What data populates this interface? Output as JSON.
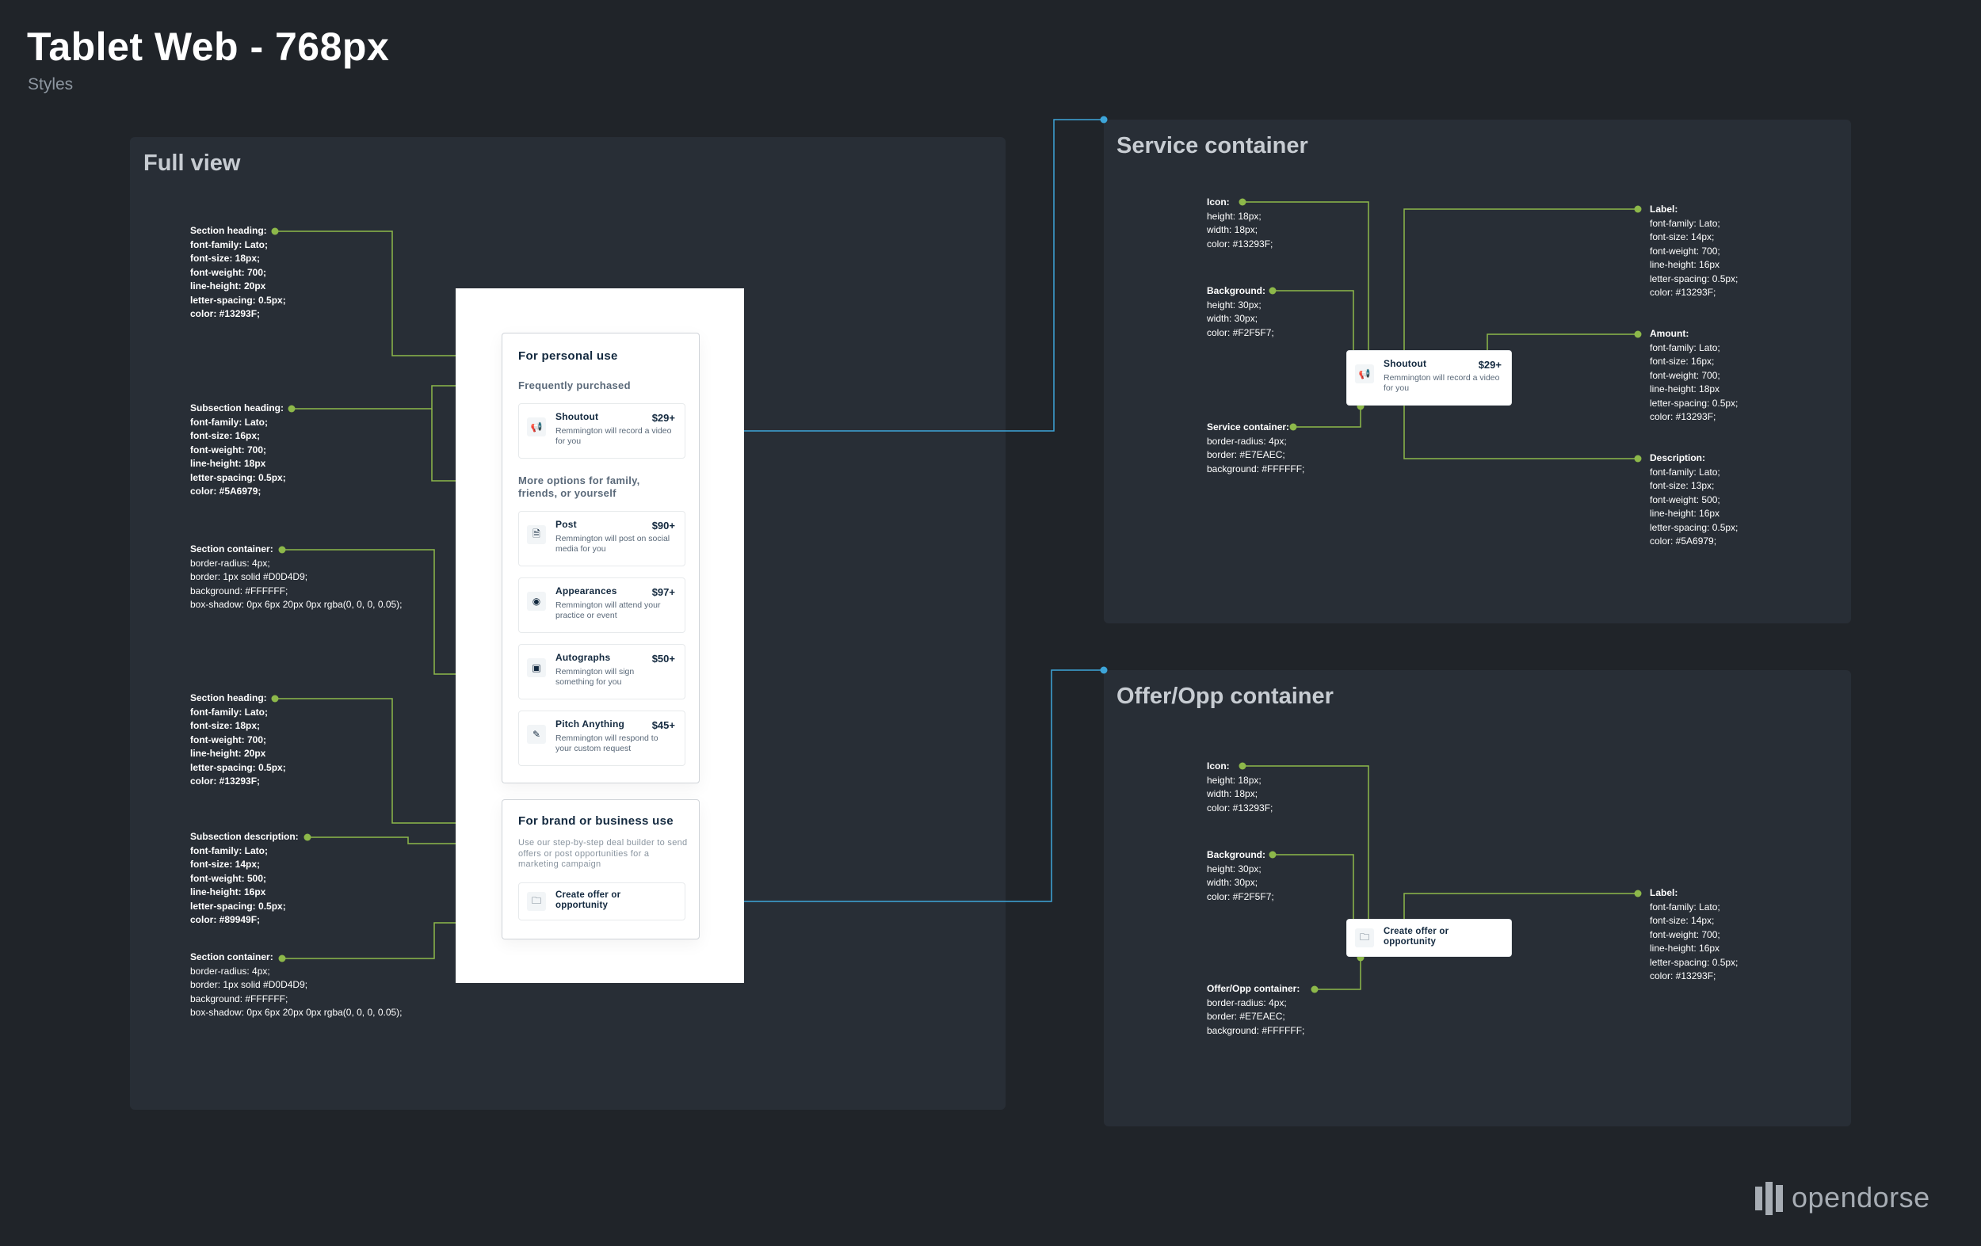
{
  "page": {
    "title": "Tablet Web - 768px",
    "subtitle": "Styles"
  },
  "panels": {
    "full_view": "Full view",
    "service": "Service container",
    "offer": "Offer/Opp container"
  },
  "phone": {
    "personal": {
      "heading": "For personal use",
      "frequently": "Frequently purchased",
      "more_options": "More options for family, friends, or yourself",
      "services": [
        {
          "label": "Shoutout",
          "amount": "$29+",
          "description": "Remmington will record a video for you",
          "icon": "megaphone-icon"
        },
        {
          "label": "Post",
          "amount": "$90+",
          "description": "Remmington will post on social media for you",
          "icon": "document-icon"
        },
        {
          "label": "Appearances",
          "amount": "$97+",
          "description": "Remmington will attend your practice or event",
          "icon": "eye-icon"
        },
        {
          "label": "Autographs",
          "amount": "$50+",
          "description": "Remmington will sign something for you",
          "icon": "id-card-icon"
        },
        {
          "label": "Pitch Anything",
          "amount": "$45+",
          "description": "Remmington will respond to your custom request",
          "icon": "pencil-icon"
        }
      ]
    },
    "brand": {
      "heading": "For brand or business use",
      "description": "Use our step-by-step deal builder to send offers or post opportunities for a marketing campaign",
      "cta": "Create offer or opportunity",
      "icon": "folder-icon"
    }
  },
  "annotations_left": [
    {
      "head": "Section heading:",
      "lines": [
        "font-family: Lato;",
        "font-size: 18px;",
        "font-weight: 700;",
        "line-height: 20px",
        "letter-spacing: 0.5px;",
        "color: #13293F;"
      ],
      "bold": true
    },
    {
      "head": "Subsection heading:",
      "lines": [
        "font-family: Lato;",
        "font-size: 16px;",
        "font-weight: 700;",
        "line-height: 18px",
        "letter-spacing: 0.5px;",
        "color: #5A6979;"
      ],
      "bold": true
    },
    {
      "head": "Section container:",
      "lines": [
        "border-radius: 4px;",
        "border: 1px solid #D0D4D9;",
        "background: #FFFFFF;",
        "box-shadow: 0px 6px 20px 0px rgba(0, 0, 0, 0.05);"
      ],
      "bold": false
    },
    {
      "head": "Section heading:",
      "lines": [
        "font-family: Lato;",
        "font-size: 18px;",
        "font-weight: 700;",
        "line-height: 20px",
        "letter-spacing: 0.5px;",
        "color: #13293F;"
      ],
      "bold": true
    },
    {
      "head": "Subsection description:",
      "lines": [
        "font-family: Lato;",
        "font-size: 14px;",
        "font-weight: 500;",
        "line-height: 16px",
        "letter-spacing: 0.5px;",
        "color: #89949F;"
      ],
      "bold": true
    },
    {
      "head": "Section container:",
      "lines": [
        "border-radius: 4px;",
        "border: 1px solid #D0D4D9;",
        "background: #FFFFFF;",
        "box-shadow: 0px 6px 20px 0px rgba(0, 0, 0, 0.05);"
      ],
      "bold": false
    }
  ],
  "service_panel": {
    "sample": {
      "label": "Shoutout",
      "amount": "$29+",
      "description": "Remmington will record a video for you"
    },
    "annotations": [
      {
        "head": "Icon:",
        "lines": [
          "height: 18px;",
          "width: 18px;",
          "color: #13293F;"
        ]
      },
      {
        "head": "Background:",
        "lines": [
          "height: 30px;",
          "width: 30px;",
          "color: #F2F5F7;"
        ]
      },
      {
        "head": "Service container:",
        "lines": [
          "border-radius: 4px;",
          "border: #E7EAEC;",
          "background: #FFFFFF;"
        ]
      },
      {
        "head": "Label:",
        "lines": [
          "font-family: Lato;",
          "font-size: 14px;",
          "font-weight: 700;",
          "line-height: 16px",
          "letter-spacing: 0.5px;",
          "color: #13293F;"
        ]
      },
      {
        "head": "Amount:",
        "lines": [
          "font-family: Lato;",
          "font-size: 16px;",
          "font-weight: 700;",
          "line-height: 18px",
          "letter-spacing: 0.5px;",
          "color: #13293F;"
        ]
      },
      {
        "head": "Description:",
        "lines": [
          "font-family: Lato;",
          "font-size: 13px;",
          "font-weight: 500;",
          "line-height: 16px",
          "letter-spacing: 0.5px;",
          "color: #5A6979;"
        ]
      }
    ]
  },
  "offer_panel": {
    "sample": {
      "label": "Create offer or opportunity"
    },
    "annotations": [
      {
        "head": "Icon:",
        "lines": [
          "height: 18px;",
          "width: 18px;",
          "color: #13293F;"
        ]
      },
      {
        "head": "Background:",
        "lines": [
          "height: 30px;",
          "width: 30px;",
          "color: #F2F5F7;"
        ]
      },
      {
        "head": "Offer/Opp container:",
        "lines": [
          "border-radius: 4px;",
          "border: #E7EAEC;",
          "background: #FFFFFF;"
        ]
      },
      {
        "head": "Label:",
        "lines": [
          "font-family: Lato;",
          "font-size: 14px;",
          "font-weight: 700;",
          "line-height: 16px",
          "letter-spacing: 0.5px;",
          "color: #13293F;"
        ]
      }
    ]
  },
  "brand_logo": {
    "text": "opendorse"
  },
  "colors": {
    "green": "#8DB84A",
    "blue": "#3DA5D9",
    "panel": "#282E36",
    "bg": "#202429"
  }
}
